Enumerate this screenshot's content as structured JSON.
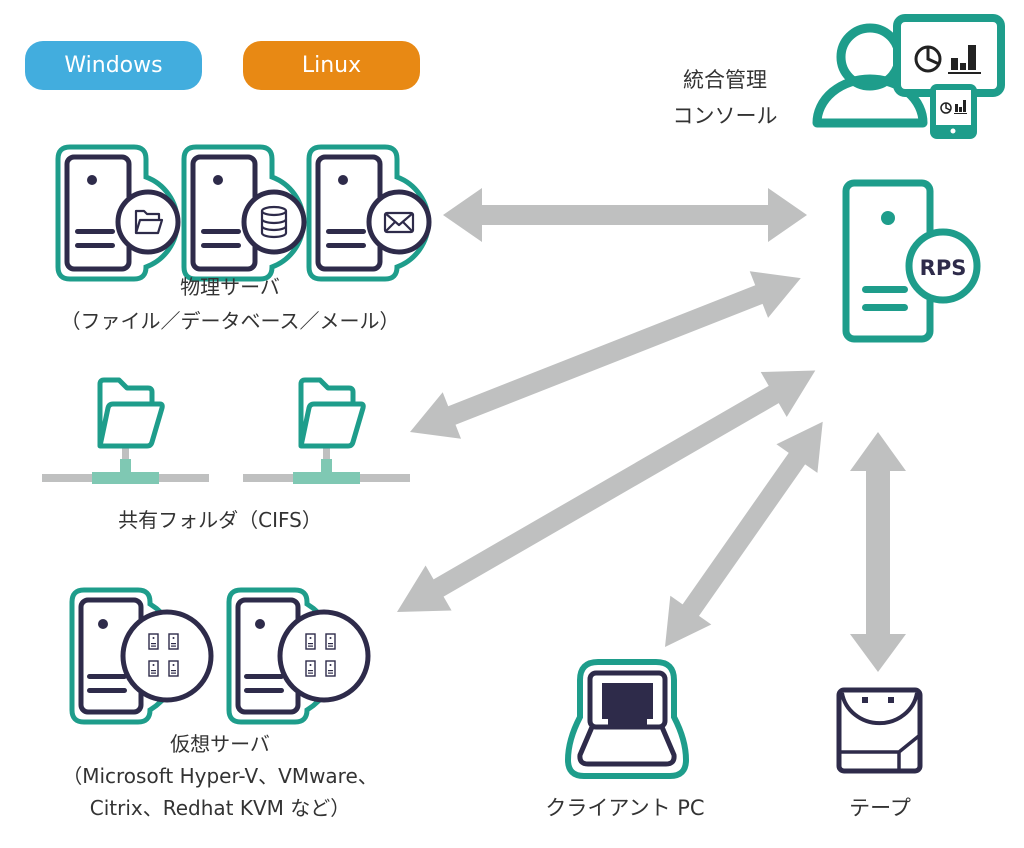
{
  "colors": {
    "windows": "#42ADDE",
    "linux": "#E88914",
    "teal": "#1E9D8B",
    "teal_light": "#7FC8B3",
    "navy": "#2E2B4A",
    "arrow": "#BFC0C0",
    "network_line": "#BFC0C0"
  },
  "legend": {
    "windows_label": "Windows",
    "linux_label": "Linux"
  },
  "nodes": {
    "console": {
      "line1": "統合管理",
      "line2": "コンソール"
    },
    "rps": {
      "badge": "RPS"
    },
    "physical_servers": {
      "line1": "物理サーバ",
      "line2": "（ファイル／データベース／メール）",
      "icons": [
        "folder-icon",
        "database-icon",
        "mail-icon"
      ]
    },
    "shared_folder": {
      "label": "共有フォルダ（CIFS）"
    },
    "virtual_servers": {
      "line1": "仮想サーバ",
      "line2": "（Microsoft Hyper-V、VMware、",
      "line3": "Citrix、Redhat KVM など）"
    },
    "client_pc": {
      "label": "クライアント PC"
    },
    "tape": {
      "label": "テープ"
    }
  },
  "connections": [
    {
      "from": "physical_servers",
      "to": "rps",
      "direction": "bidirectional"
    },
    {
      "from": "shared_folder",
      "to": "rps",
      "direction": "bidirectional"
    },
    {
      "from": "virtual_servers",
      "to": "rps",
      "direction": "bidirectional"
    },
    {
      "from": "client_pc",
      "to": "rps",
      "direction": "bidirectional"
    },
    {
      "from": "tape",
      "to": "rps",
      "direction": "bidirectional"
    }
  ]
}
